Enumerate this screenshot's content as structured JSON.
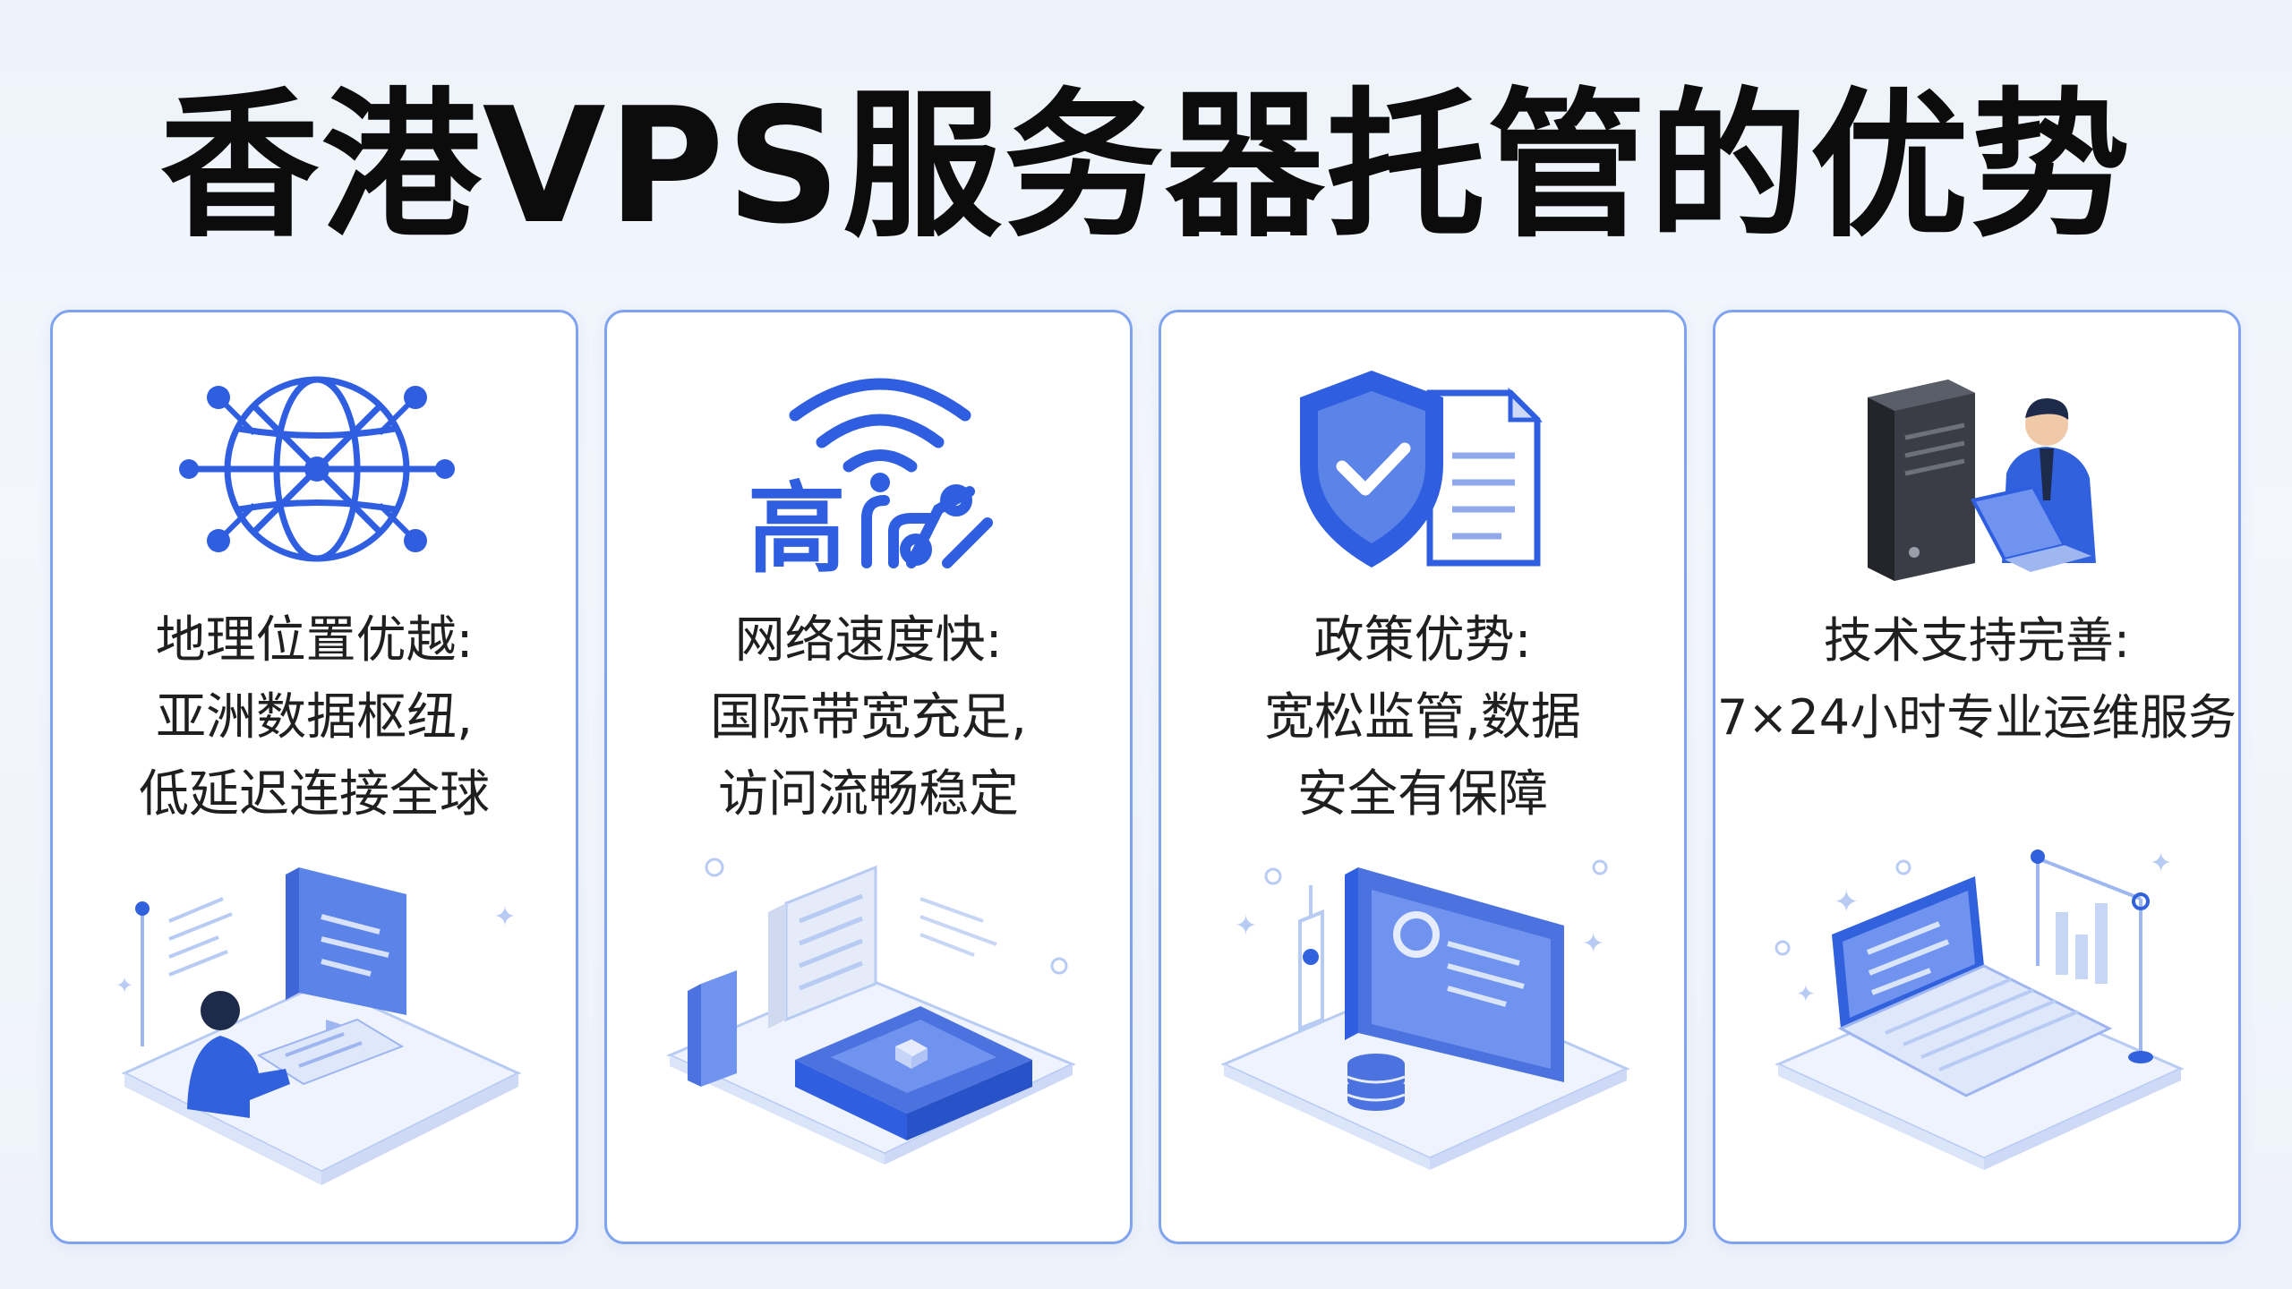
{
  "title": "香港VPS服务器托管的优势",
  "colors": {
    "accent": "#2f5fe0",
    "accent_light": "#6f93ee",
    "card_border": "#7fa3ee",
    "text": "#1f1f1f",
    "title": "#0c0c0c"
  },
  "cards": [
    {
      "icon": "globe-network-icon",
      "lines": [
        "地理位置优越:",
        "亚洲数据枢纽,",
        "低延迟连接全球"
      ]
    },
    {
      "icon": "high-speed-wifi-icon",
      "icon_text": "高",
      "lines": [
        "网络速度快:",
        "国际带宽充足,",
        "访问流畅稳定"
      ]
    },
    {
      "icon": "shield-document-icon",
      "lines": [
        "政策优势:",
        "宽松监管,数据",
        "安全有保障"
      ]
    },
    {
      "icon": "server-support-person-icon",
      "lines": [
        "技术支持完善:",
        "7×24小时专业运维服务"
      ]
    }
  ]
}
